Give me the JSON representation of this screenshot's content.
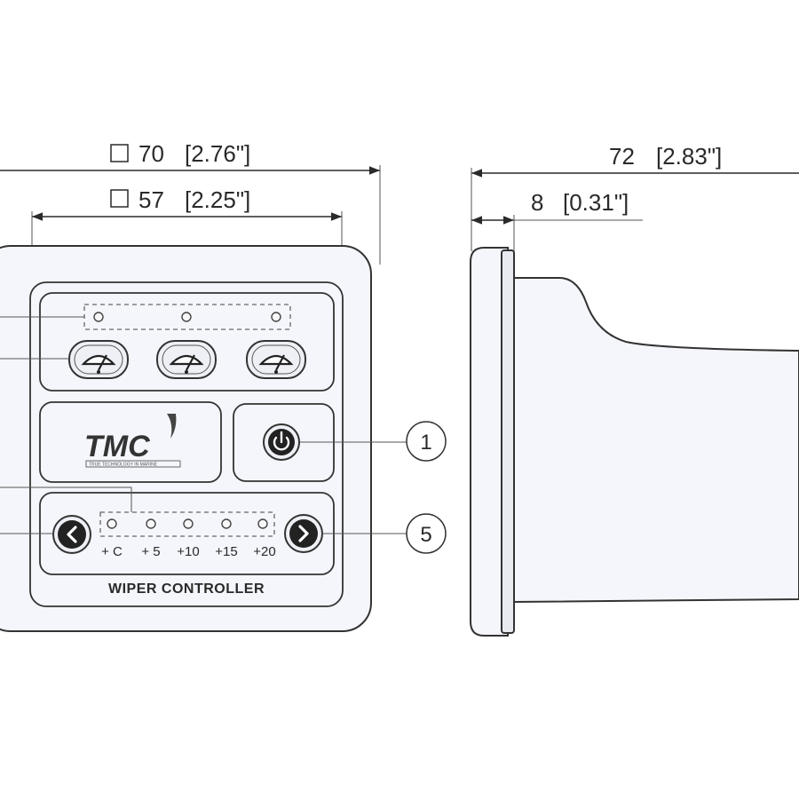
{
  "dimensions": {
    "outer_width": "70",
    "outer_width_in": "[2.76\"]",
    "inner_width": "57",
    "inner_width_in": "[2.25\"]",
    "depth": "72",
    "depth_in": "[2.83\"]",
    "flange": "8",
    "flange_in": "[0.31\"]"
  },
  "panel": {
    "logo": "TMC",
    "logo_tagline": "TRUE TECHNOLOGY IN MARINE",
    "title": "WIPER CONTROLLER",
    "delay_labels": [
      "+ C",
      "+ 5",
      "+10",
      "+15",
      "+20"
    ]
  },
  "callouts": {
    "power": "1",
    "right_arrow": "5"
  },
  "icons": {
    "power": "power-icon",
    "wiper": "wiper-icon",
    "left": "chevron-left-icon",
    "right": "chevron-right-icon",
    "square": "square-symbol-icon"
  }
}
